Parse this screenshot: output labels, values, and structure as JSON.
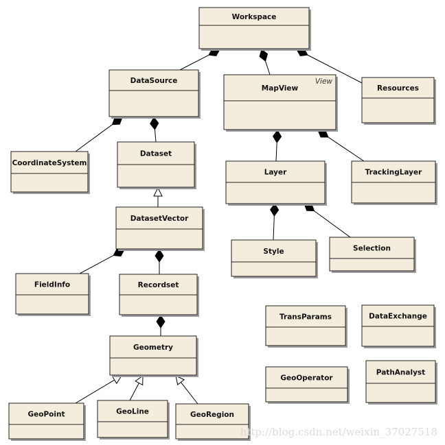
{
  "classes": [
    {
      "id": "workspace",
      "name": "Workspace"
    },
    {
      "id": "datasource",
      "name": "DataSource"
    },
    {
      "id": "mapview",
      "name": "MapView",
      "stereotype": "View"
    },
    {
      "id": "resources",
      "name": "Resources"
    },
    {
      "id": "coordinatesystem",
      "name": "CoordinateSystem"
    },
    {
      "id": "dataset",
      "name": "Dataset"
    },
    {
      "id": "layer",
      "name": "Layer"
    },
    {
      "id": "trackinglayer",
      "name": "TrackingLayer"
    },
    {
      "id": "datasetvector",
      "name": "DatasetVector"
    },
    {
      "id": "style",
      "name": "Style"
    },
    {
      "id": "selection",
      "name": "Selection"
    },
    {
      "id": "fieldinfo",
      "name": "FieldInfo"
    },
    {
      "id": "recordset",
      "name": "Recordset"
    },
    {
      "id": "transparams",
      "name": "TransParams"
    },
    {
      "id": "dataexchange",
      "name": "DataExchange"
    },
    {
      "id": "geometry",
      "name": "Geometry"
    },
    {
      "id": "geooperator",
      "name": "GeoOperator"
    },
    {
      "id": "pathanalyst",
      "name": "PathAnalyst"
    },
    {
      "id": "geopoint",
      "name": "GeoPoint"
    },
    {
      "id": "geoline",
      "name": "GeoLine"
    },
    {
      "id": "georegion",
      "name": "GeoRegion"
    }
  ],
  "relations": [
    {
      "type": "composition",
      "whole": "workspace",
      "part": "datasource"
    },
    {
      "type": "composition",
      "whole": "workspace",
      "part": "mapview"
    },
    {
      "type": "composition",
      "whole": "workspace",
      "part": "resources"
    },
    {
      "type": "composition",
      "whole": "datasource",
      "part": "coordinatesystem"
    },
    {
      "type": "composition",
      "whole": "datasource",
      "part": "dataset"
    },
    {
      "type": "composition",
      "whole": "mapview",
      "part": "layer"
    },
    {
      "type": "composition",
      "whole": "mapview",
      "part": "trackinglayer"
    },
    {
      "type": "composition",
      "whole": "layer",
      "part": "style"
    },
    {
      "type": "composition",
      "whole": "layer",
      "part": "selection"
    },
    {
      "type": "generalization",
      "parent": "dataset",
      "child": "datasetvector"
    },
    {
      "type": "composition",
      "whole": "datasetvector",
      "part": "fieldinfo"
    },
    {
      "type": "composition",
      "whole": "datasetvector",
      "part": "recordset"
    },
    {
      "type": "composition",
      "whole": "recordset",
      "part": "geometry"
    },
    {
      "type": "generalization",
      "parent": "geometry",
      "child": "geopoint"
    },
    {
      "type": "generalization",
      "parent": "geometry",
      "child": "geoline"
    },
    {
      "type": "generalization",
      "parent": "geometry",
      "child": "georegion"
    }
  ],
  "watermark": "http://blog.csdn.net/weixin_37027518"
}
